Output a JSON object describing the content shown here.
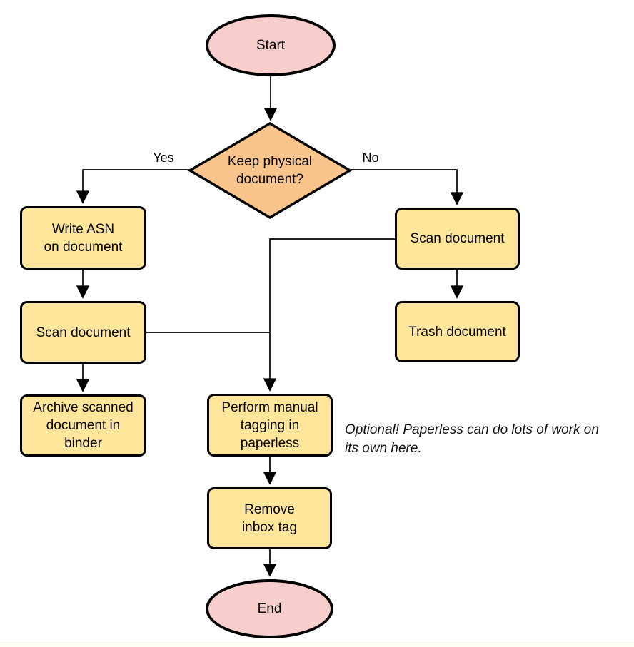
{
  "colors": {
    "terminator_fill": "#F8CECC",
    "decision_fill": "#F8C48C",
    "process_fill": "#FFE69B",
    "stroke": "#000000",
    "background": "#FFFFFF"
  },
  "nodes": {
    "start": {
      "label": "Start",
      "type": "terminator"
    },
    "decision": {
      "label": "Keep physical\ndocument?",
      "type": "decision"
    },
    "write_asn": {
      "label": "Write ASN\non document",
      "type": "process"
    },
    "scan_left": {
      "label": "Scan document",
      "type": "process"
    },
    "archive": {
      "label": "Archive scanned\ndocument in\nbinder",
      "type": "process"
    },
    "scan_right": {
      "label": "Scan document",
      "type": "process"
    },
    "trash": {
      "label": "Trash document",
      "type": "process"
    },
    "tagging": {
      "label": "Perform manual\ntagging in\npaperless",
      "type": "process"
    },
    "remove_inbox": {
      "label": "Remove\ninbox tag",
      "type": "process"
    },
    "end": {
      "label": "End",
      "type": "terminator"
    }
  },
  "edge_labels": {
    "yes": "Yes",
    "no": "No"
  },
  "note": {
    "text": "Optional! Paperless can do lots of work on\nits own here."
  }
}
